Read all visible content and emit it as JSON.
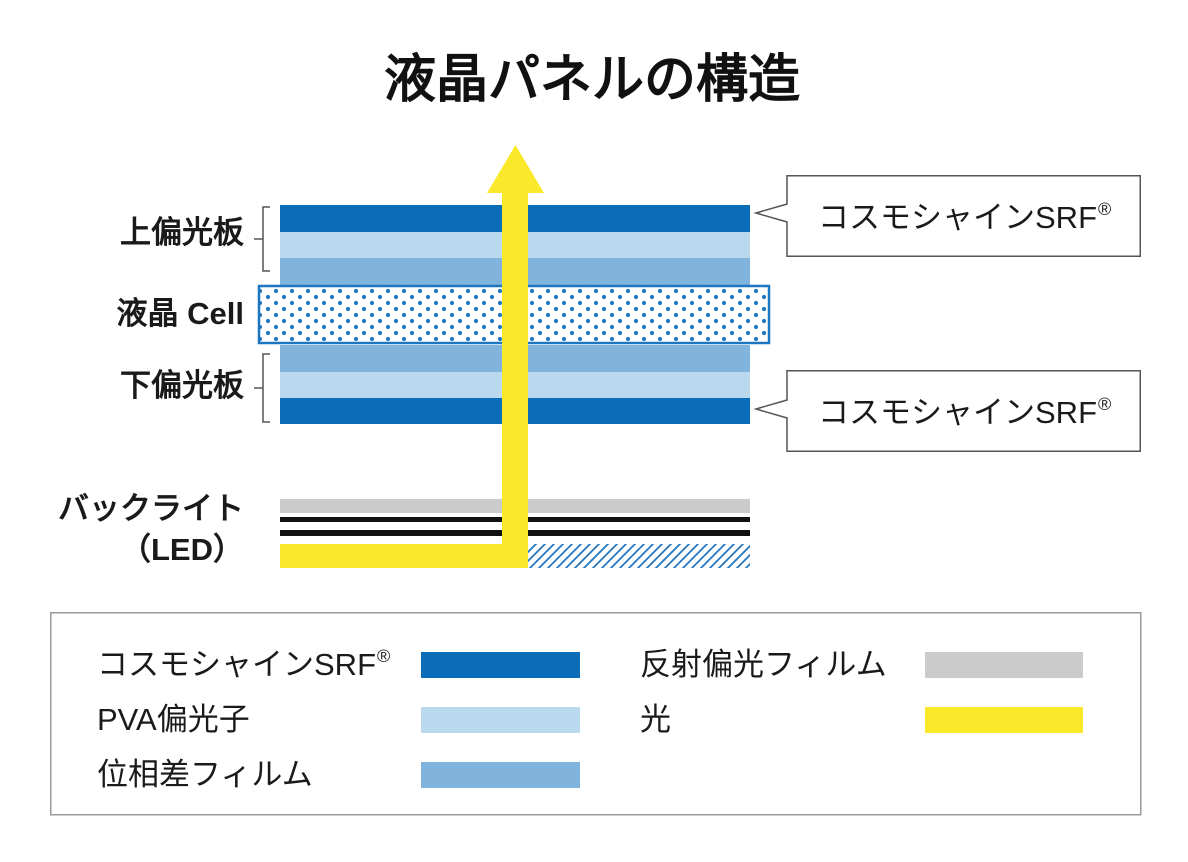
{
  "title": "液晶パネルの構造",
  "side_labels": {
    "upper_polarizer": "上偏光板",
    "lc_cell": "液晶 Cell",
    "lower_polarizer": "下偏光板",
    "backlight": "バックライト",
    "backlight_sub": "（LED）"
  },
  "callouts": [
    {
      "text": "コスモシャインSRF",
      "sup": "®"
    },
    {
      "text": "コスモシャインSRF",
      "sup": "®"
    }
  ],
  "legend": {
    "items": [
      {
        "label": "コスモシャインSRF",
        "sup": "®",
        "color": "#0b6cb8"
      },
      {
        "label": "PVA偏光子",
        "color": "#bad9ef"
      },
      {
        "label": "位相差フィルム",
        "color": "#80b4dd"
      },
      {
        "label": "反射偏光フィルム",
        "color": "#cbcbcb"
      },
      {
        "label": "光",
        "color": "#f9e92a"
      }
    ]
  },
  "colors": {
    "lc_cell": "#1f76c0",
    "hatch": "#2277c1",
    "backlight_lines": "#111111",
    "outline": "#555555",
    "legend_border": "#9a9a9a"
  }
}
